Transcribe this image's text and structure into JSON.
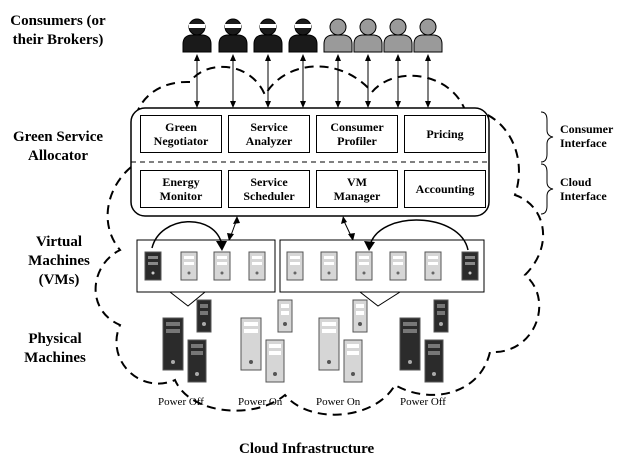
{
  "labels": {
    "consumers": "Consumers (or their Brokers)",
    "allocator": "Green Service Allocator",
    "vms": "Virtual Machines (VMs)",
    "physical": "Physical Machines",
    "infrastructure": "Cloud Infrastructure"
  },
  "interface_labels": {
    "consumer": "Consumer\nInterface",
    "cloud": "Cloud\nInterface"
  },
  "top_modules": [
    {
      "name": "green-negotiator",
      "text": "Green\nNegotiator"
    },
    {
      "name": "service-analyzer",
      "text": "Service\nAnalyzer"
    },
    {
      "name": "consumer-profiler",
      "text": "Consumer\nProfiler"
    },
    {
      "name": "pricing",
      "text": "Pricing"
    }
  ],
  "bottom_modules": [
    {
      "name": "energy-monitor",
      "text": "Energy\nMonitor"
    },
    {
      "name": "service-scheduler",
      "text": "Service\nScheduler"
    },
    {
      "name": "vm-manager",
      "text": "VM\nManager"
    },
    {
      "name": "accounting",
      "text": "Accounting"
    }
  ],
  "power_states": [
    "Power Off",
    "Power On",
    "Power On",
    "Power Off"
  ],
  "consumers": {
    "dark_count": 4,
    "light_count": 4
  },
  "colors": {
    "line": "#000000",
    "dark_server": "#2b2b2b",
    "light_server": "#d6d6d6",
    "server_edge": "#555555"
  }
}
